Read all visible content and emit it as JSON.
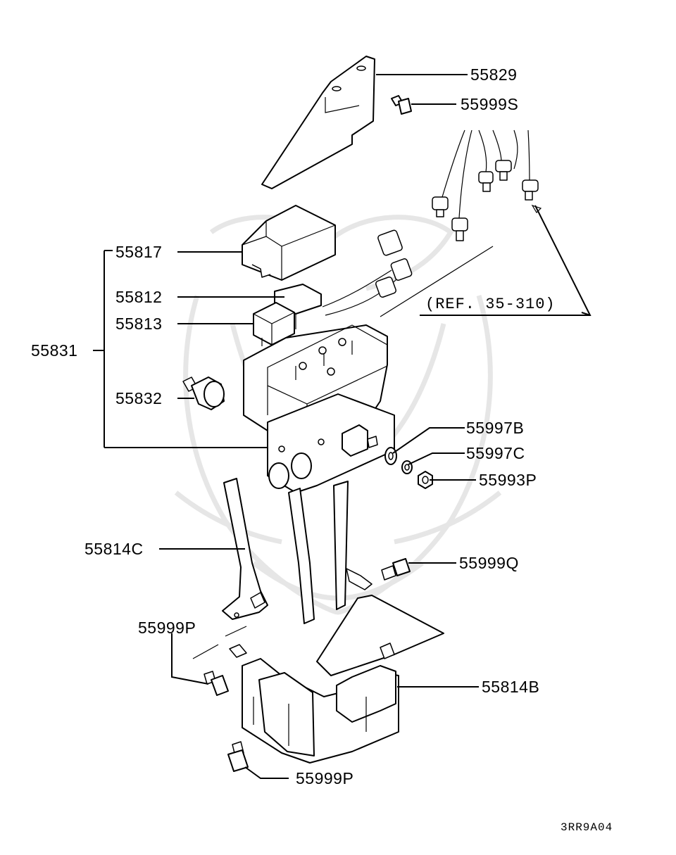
{
  "diagram": {
    "drawing_code": "3RR9A04",
    "reference_note": "(REF. 35-310)",
    "group_label": "55831",
    "labels": {
      "l55829": "55829",
      "l55999S": "55999S",
      "l55817": "55817",
      "l55812": "55812",
      "l55813": "55813",
      "l55832": "55832",
      "l55997B": "55997B",
      "l55997C": "55997C",
      "l55993P": "55993P",
      "l55814C": "55814C",
      "l55999Q": "55999Q",
      "l55999P_a": "55999P",
      "l55814B": "55814B",
      "l55999P_b": "55999P"
    }
  }
}
